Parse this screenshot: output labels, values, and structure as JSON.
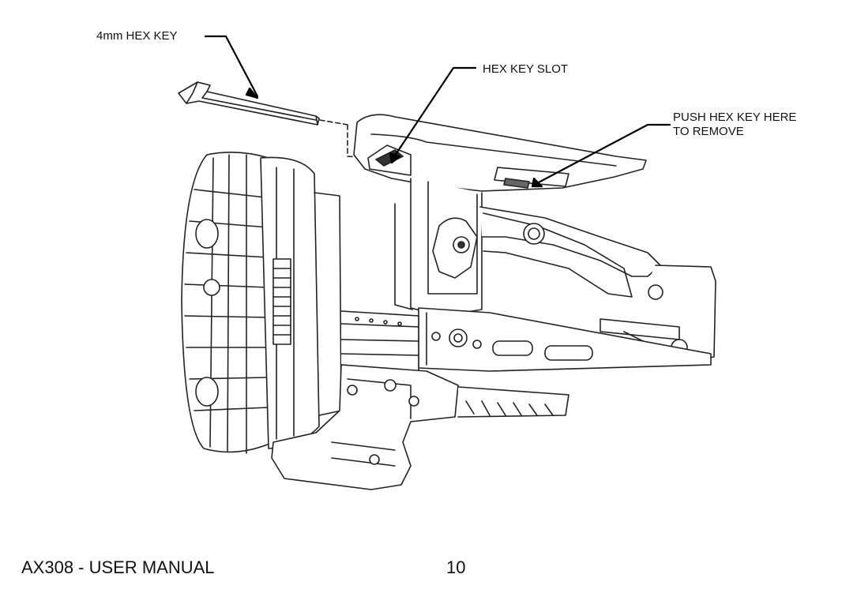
{
  "callouts": {
    "hex_key": "4mm HEX KEY",
    "hex_key_slot": "HEX KEY SLOT",
    "push_line1": "PUSH HEX KEY HERE",
    "push_line2": "TO REMOVE"
  },
  "footer": {
    "title": "AX308 - USER MANUAL",
    "page_number": "10"
  }
}
